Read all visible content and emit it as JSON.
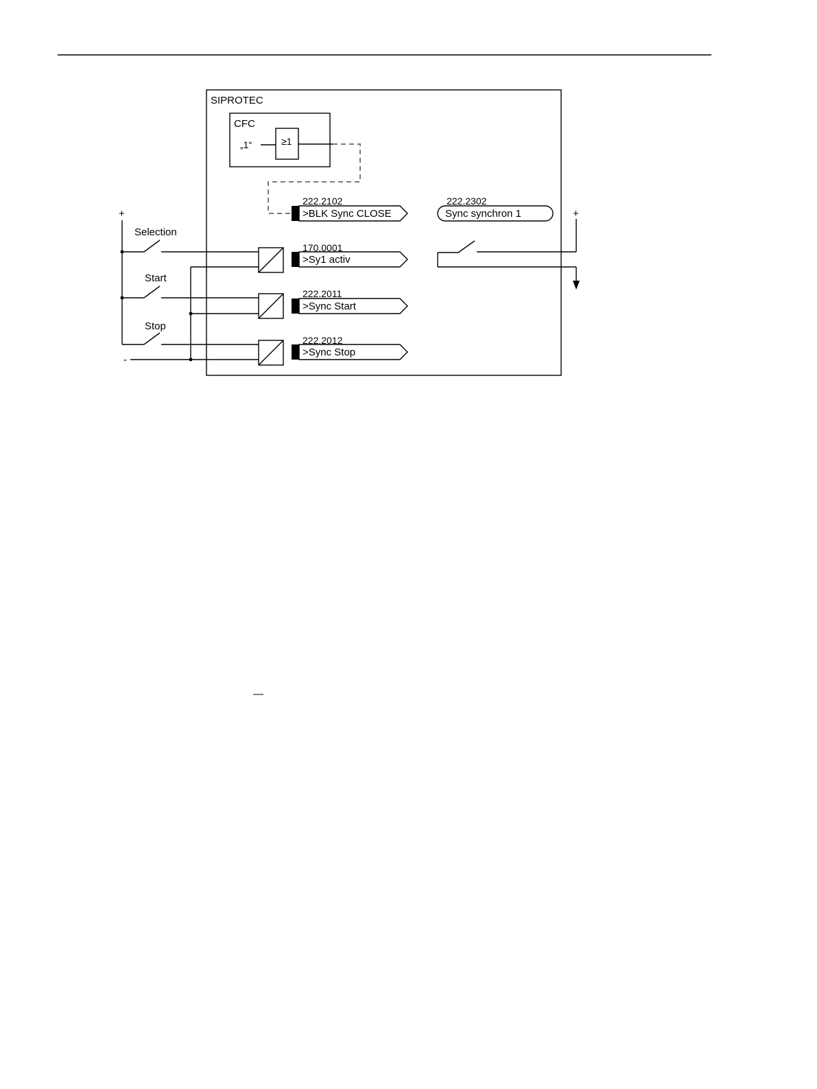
{
  "diagram": {
    "device_label": "SIPROTEC",
    "cfc": {
      "label": "CFC",
      "constant": "„1“",
      "gate": "≥1"
    },
    "inputs": [
      {
        "number": "222.2102",
        "name": ">BLK Sync CLOSE"
      },
      {
        "number": "170.0001",
        "name": ">Sy1 activ"
      },
      {
        "number": "222.2011",
        "name": ">Sync Start"
      },
      {
        "number": "222.2012",
        "name": ">Sync Stop"
      }
    ],
    "output": {
      "number": "222.2302",
      "name": "Sync synchron 1"
    },
    "switches": [
      "Selection",
      "Start",
      "Stop"
    ],
    "polarity": {
      "left_plus": "+",
      "left_minus": "-",
      "right_plus": "+"
    }
  },
  "footer_mark": "—"
}
